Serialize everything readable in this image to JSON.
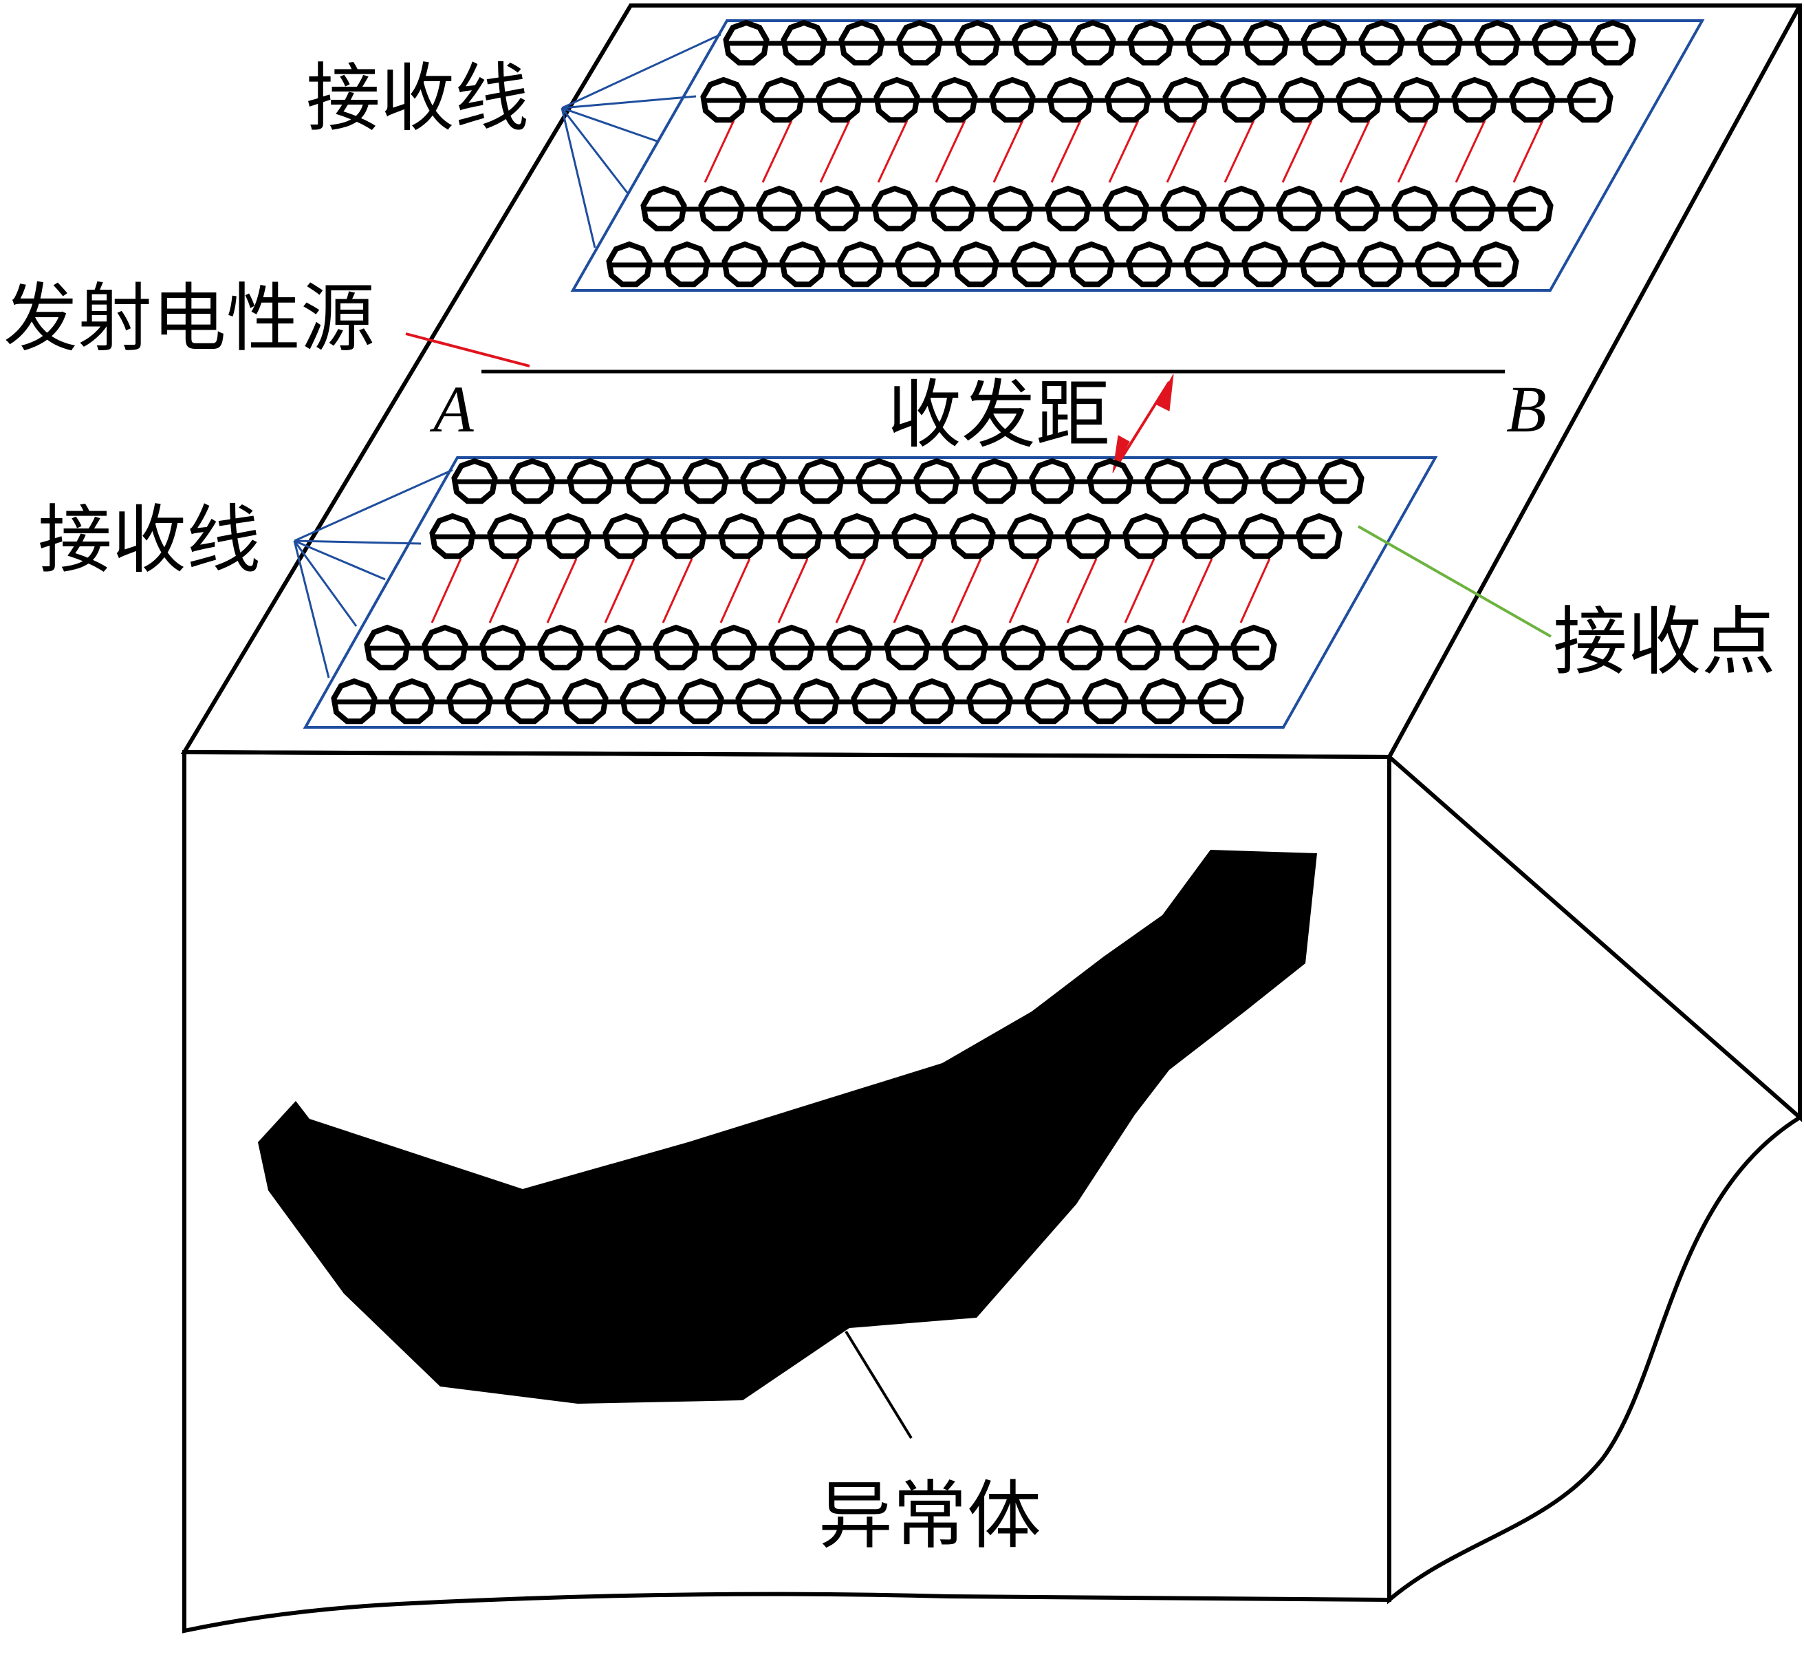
{
  "labels": {
    "receive_line_upper": "接收线",
    "receive_line_lower": "接收线",
    "source": "发射电性源",
    "point_a": "A",
    "point_b": "B",
    "offset": "收发距",
    "receive_point": "接收点",
    "anomaly": "异常体"
  },
  "colors": {
    "outline": "#000000",
    "grid_border": "#1f4e9e",
    "dash": "#e0141e",
    "arrow": "#e0141e",
    "leader_green": "#6db33f",
    "anomaly_fill": "#000000"
  },
  "receiver_grids": [
    {
      "name": "upper",
      "rows": [
        16,
        16,
        16,
        16
      ]
    },
    {
      "name": "lower",
      "rows": [
        16,
        16,
        16,
        16
      ]
    }
  ]
}
